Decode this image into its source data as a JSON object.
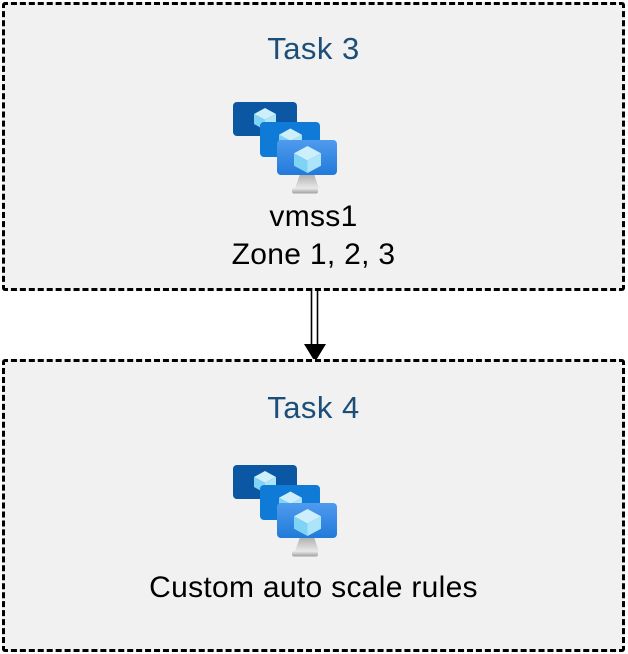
{
  "diagram": {
    "boxes": [
      {
        "title": "Task 3",
        "icon": "vmss-icon",
        "lines": [
          "vmss1",
          "Zone 1, 2, 3"
        ]
      },
      {
        "title": "Task 4",
        "icon": "vmss-icon",
        "lines": [
          "Custom auto scale rules"
        ]
      }
    ],
    "connector": {
      "type": "double-line-arrow",
      "direction": "down"
    },
    "colors": {
      "title_text": "#1b4e79",
      "body_text": "#000000",
      "box_background": "#f1f1f1",
      "box_border": "#000000",
      "page_background": "#ffffff",
      "arrow": "#000000",
      "monitor_back": "#0b57a4",
      "monitor_middle": "#0f7bd7",
      "monitor_front_gradient_top": "#4f9bee",
      "monitor_front_gradient_bottom": "#217ad9",
      "cube_top_face": "#cdeffb",
      "cube_left_face": "#7fd4f6",
      "cube_right_face": "#ace5fa"
    }
  }
}
